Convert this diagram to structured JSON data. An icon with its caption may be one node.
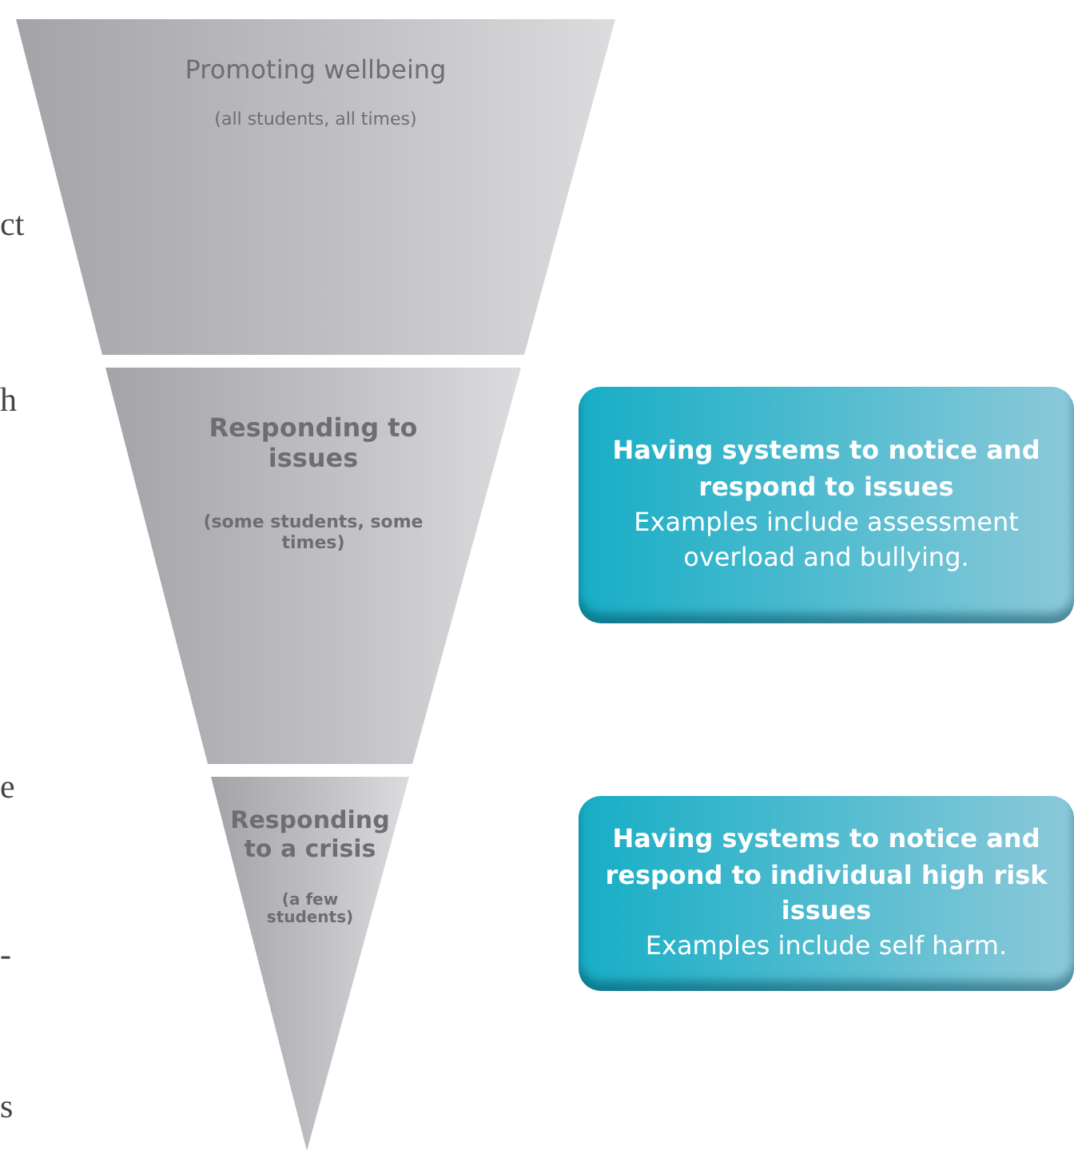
{
  "diagram": {
    "nodes": [
      {
        "text": [
          "Promoting wellbeing",
          "(all students, all times)"
        ]
      },
      {
        "text": [
          "Responding to issues",
          "(some students, some times)"
        ]
      },
      {
        "text": [
          "Responding to a crisis",
          "(a few students)"
        ]
      },
      {
        "text": [
          "Having systems to notice and respond to issues",
          "Examples include assessment overload and bullying."
        ]
      },
      {
        "text": [
          "Having systems to notice and respond to individual high risk issues",
          "Examples include self harm."
        ]
      }
    ],
    "labels": [
      "ct",
      "h",
      "e",
      "-",
      "s"
    ]
  }
}
